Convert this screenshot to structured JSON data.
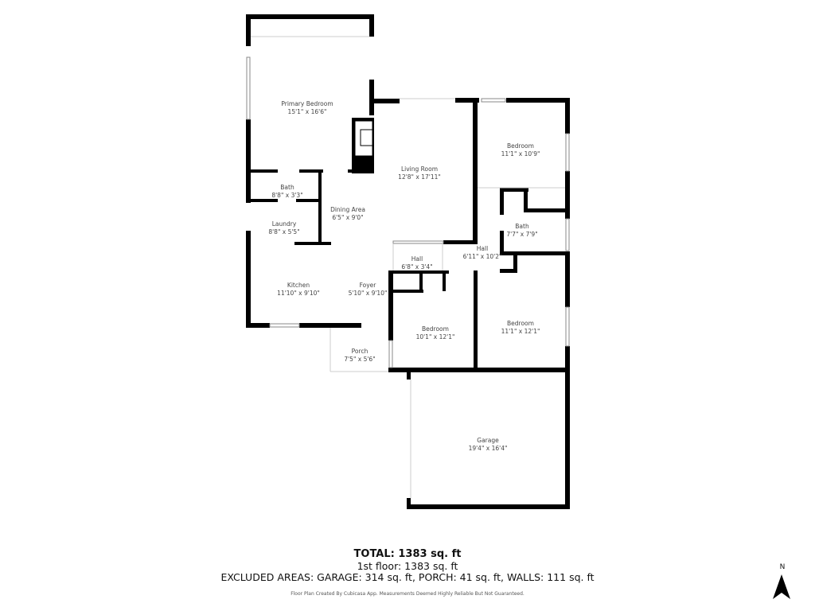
{
  "rooms": [
    {
      "name": "Primary Bedroom",
      "dims": "15'1\" x 16'6\""
    },
    {
      "name": "Bath",
      "dims": "8'8\" x 3'3\""
    },
    {
      "name": "Laundry",
      "dims": "8'8\" x 5'5\""
    },
    {
      "name": "Dining Area",
      "dims": "6'5\" x 9'0\""
    },
    {
      "name": "Living Room",
      "dims": "12'8\" x 17'11\""
    },
    {
      "name": "Bedroom",
      "dims": "11'1\" x 10'9\""
    },
    {
      "name": "Bath",
      "dims": "7'7\" x 7'9\""
    },
    {
      "name": "Hall",
      "dims": "6'11\" x 10'2\""
    },
    {
      "name": "Hall",
      "dims": "6'8\" x 3'4\""
    },
    {
      "name": "Kitchen",
      "dims": "11'10\" x 9'10\""
    },
    {
      "name": "Foyer",
      "dims": "5'10\" x 9'10\""
    },
    {
      "name": "Bedroom",
      "dims": "10'1\" x 12'1\""
    },
    {
      "name": "Bedroom",
      "dims": "11'1\" x 12'1\""
    },
    {
      "name": "Porch",
      "dims": "7'5\" x 5'6\""
    },
    {
      "name": "Garage",
      "dims": "19'4\" x 16'4\""
    }
  ],
  "summary": {
    "total": "TOTAL: 1383 sq. ft",
    "floor": "1st floor: 1383 sq. ft",
    "excluded": "EXCLUDED AREAS: GARAGE: 314 sq. ft, PORCH: 41 sq. ft, WALLS: 111 sq. ft",
    "credit": "Floor Plan Created By Cubicasa App. Measurements Deemed Highly Reliable But Not Guaranteed."
  },
  "compass": {
    "label": "N"
  },
  "colors": {
    "wall": "#000000",
    "window": "#bbbbbb",
    "text": "#444444"
  }
}
